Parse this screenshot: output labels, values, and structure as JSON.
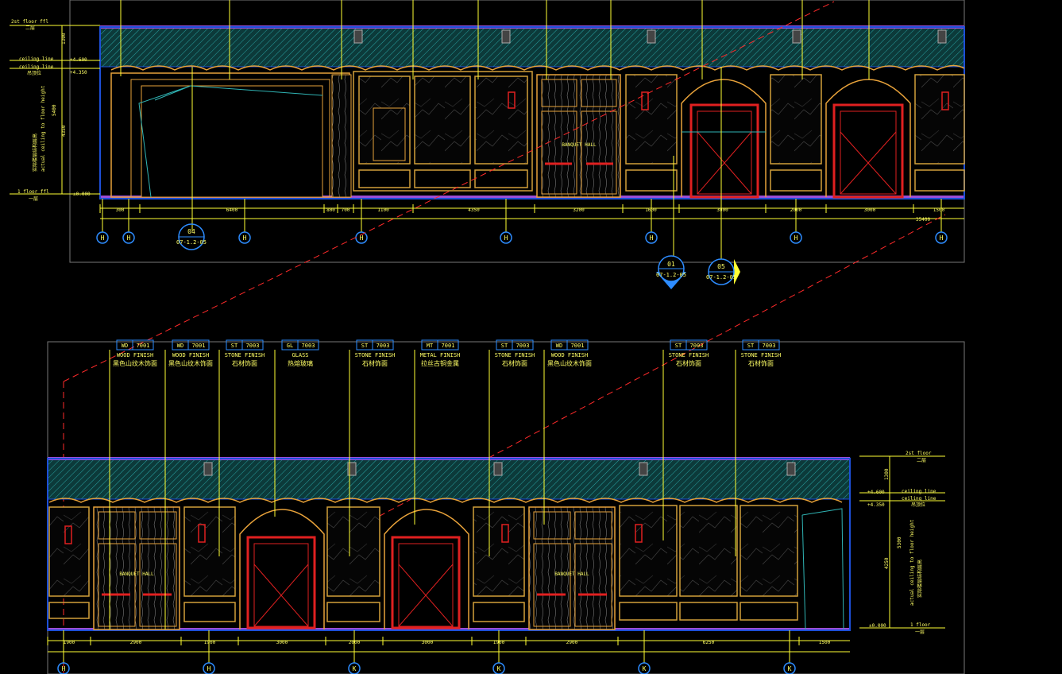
{
  "colors": {
    "background": "#000000",
    "frame": "#8a8a8a",
    "wall_outline": "#1d4fd8",
    "slab": "#9b4dd6",
    "hatch": "#1f8a8a",
    "leader": "#ffff33",
    "wood": "#e8a23a",
    "stone_panel": "#d2a03a",
    "door_red": "#e02020",
    "glass": "#2fb3b3",
    "dim": "#ffff33",
    "section_line": "#ff2a2a",
    "text": "#ffff66",
    "grid_bubble": "#2d8cff"
  },
  "top_left_levels": {
    "floor2": "2st floor ffl",
    "floor2_cn": "二层",
    "ceiling1": "ceiling line",
    "ceiling2": "ceiling line",
    "ceiling_cn": "吊顶位",
    "floor1": "1 floor ffl",
    "floor1_cn": "一层",
    "height_label_cn": "实际楼层结构层高",
    "height_label_en": "actual ceiling to floor height",
    "dim_a": "1300",
    "dim_b": "5400",
    "dim_c": "4350",
    "lvl_a": "+4.600",
    "lvl_b": "+4.350",
    "lvl_c": "±0.000"
  },
  "top_dims": [
    "300",
    "6400",
    "800",
    "700",
    "1100",
    "4350",
    "3200",
    "1600",
    "3000",
    "2000",
    "3000",
    "1500"
  ],
  "top_total": "35400",
  "top_door_sign": "BANQUET HALL",
  "top_grid_labels": [
    "H",
    "H",
    "H",
    "H",
    "H",
    "H",
    "H",
    "H"
  ],
  "callouts": [
    {
      "num": "04",
      "ref": "07-1.2-05"
    },
    {
      "num": "01",
      "ref": "07-1.2-05"
    },
    {
      "num": "05",
      "ref": "07-1.2-05"
    }
  ],
  "materials": [
    {
      "code": "WD",
      "num": "7001",
      "en": "WOOD FINISH",
      "cn": "黑色山纹木饰面"
    },
    {
      "code": "WD",
      "num": "7001",
      "en": "WOOD FINISH",
      "cn": "黑色山纹木饰面"
    },
    {
      "code": "ST",
      "num": "7003",
      "en": "STONE FINISH",
      "cn": "石材饰面"
    },
    {
      "code": "GL",
      "num": "7003",
      "en": "GLASS",
      "cn": "热熔玻璃"
    },
    {
      "code": "ST",
      "num": "7003",
      "en": "STONE FINISH",
      "cn": "石材饰面"
    },
    {
      "code": "MT",
      "num": "7001",
      "en": "METAL FINISH",
      "cn": "拉丝古铜金属"
    },
    {
      "code": "ST",
      "num": "7003",
      "en": "STONE FINISH",
      "cn": "石材饰面"
    },
    {
      "code": "WD",
      "num": "7001",
      "en": "WOOD FINISH",
      "cn": "黑色山纹木饰面"
    },
    {
      "code": "ST",
      "num": "7003",
      "en": "STONE FINISH",
      "cn": "石材饰面"
    },
    {
      "code": "ST",
      "num": "7003",
      "en": "STONE FINISH",
      "cn": "石材饰面"
    }
  ],
  "bottom_levels": {
    "floor2": "2st floor",
    "floor2_cn": "二层",
    "ceiling1": "ceiling line",
    "ceiling2": "ceiling line",
    "ceiling_cn": "吊顶位",
    "floor1": "1 floor",
    "floor1_cn": "一层",
    "height_label_en": "actual ceiling to floor height",
    "height_label_cn": "实际楼层结构层高",
    "dim_a": "1300",
    "dim_b": "5300",
    "dim_c": "4250",
    "lvl_a": "+4.600",
    "lvl_b": "+4.350",
    "lvl_c": "±0.000"
  },
  "bottom_dims": [
    "1900",
    "2900",
    "1900",
    "3000",
    "2000",
    "3000",
    "1900",
    "2900",
    "6250",
    "1500"
  ],
  "bottom_door_sign": "BANQUET HALL",
  "bottom_grid_labels": [
    "H",
    "H",
    "K",
    "K",
    "K",
    "K"
  ]
}
